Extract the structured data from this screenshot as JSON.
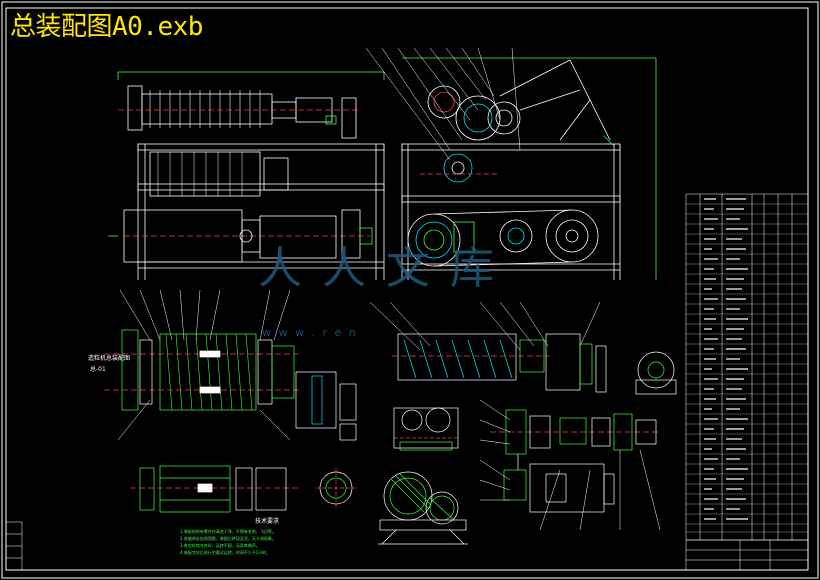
{
  "file_title": "总装配图A0.exb",
  "title_block": {
    "drawing_name": "造粒机总装配图",
    "sheet": "总-01"
  },
  "tech_requirements": {
    "heading": "技术要求",
    "lines": [
      "1.装配前所有零件应清洗干净，不得有毛刺、飞边等。",
      "2.各轴承处加润滑脂，装配后转动灵活，无卡滞现象。",
      "3.各齿轮啮合良好，运转平稳，无异常噪声。",
      "4.装配完毕后进行空载试运转，时间不少于2小时。"
    ]
  },
  "watermark": {
    "text": "人人文库",
    "url": "w w w . r e n"
  },
  "colors": {
    "background": "#000000",
    "outline": "#ffffff",
    "dimension": "#3cff3c",
    "center_line": "#ff3b3b",
    "hatch": "#3cff3c",
    "highlight": "#00e5ff",
    "title": "#ffe600"
  }
}
